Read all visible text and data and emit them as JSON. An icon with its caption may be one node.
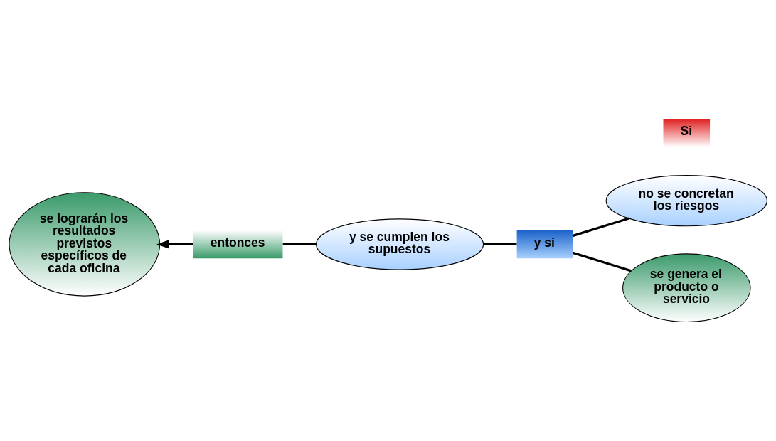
{
  "diagram": {
    "nodes": [
      {
        "text": [
          "se lograrán los resultados previstos específicos de cada oficina"
        ]
      },
      {
        "text": [
          "entonces"
        ]
      },
      {
        "text": [
          "y se cumplen los supuestos"
        ]
      },
      {
        "text": [
          "no se concretan los riesgos"
        ]
      },
      {
        "text": [
          "y si"
        ]
      },
      {
        "text": [
          "se genera el producto o servicio"
        ]
      },
      {
        "text": [
          "Si"
        ]
      }
    ],
    "edges": [
      {
        "from": 5,
        "to": 4,
        "arrow": "none"
      },
      {
        "from": 4,
        "to": 2,
        "arrow": "none"
      },
      {
        "from": 3,
        "to": 4,
        "arrow": "none"
      },
      {
        "from": 2,
        "to": 1,
        "arrow": "none"
      },
      {
        "from": 1,
        "to": 0,
        "arrow": "to"
      }
    ]
  }
}
